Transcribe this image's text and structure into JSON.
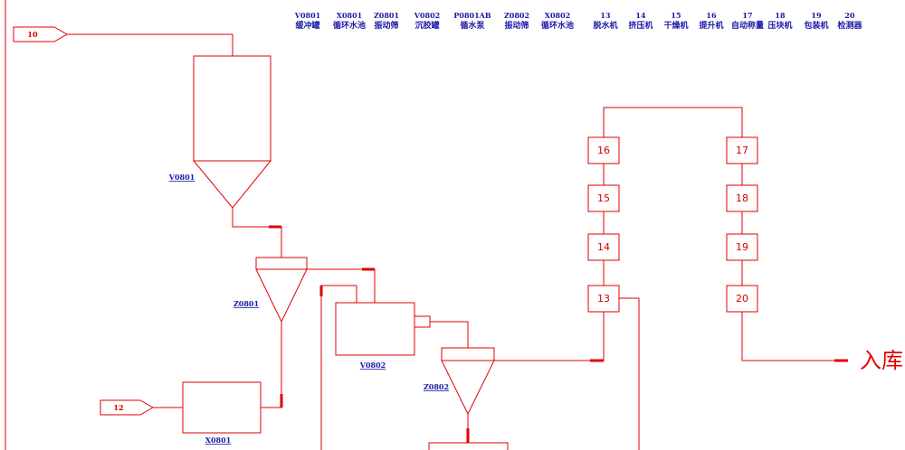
{
  "header_columns": [
    {
      "code": "V0801",
      "name": "缓冲罐"
    },
    {
      "code": "X0801",
      "name": "循环水池"
    },
    {
      "code": "Z0801",
      "name": "振动筛"
    },
    {
      "code": "V0802",
      "name": "沉胶罐"
    },
    {
      "code": "P0801AB",
      "name": "循水泵"
    },
    {
      "code": "Z0802",
      "name": "振动筛"
    },
    {
      "code": "X0802",
      "name": "循环水池"
    },
    {
      "code": "13",
      "name": "脱水机"
    },
    {
      "code": "14",
      "name": "挤压机"
    },
    {
      "code": "15",
      "name": "干燥机"
    },
    {
      "code": "16",
      "name": "提升机"
    },
    {
      "code": "17",
      "name": "自动称量"
    },
    {
      "code": "18",
      "name": "压块机"
    },
    {
      "code": "19",
      "name": "包装机"
    },
    {
      "code": "20",
      "name": "检测器"
    }
  ],
  "stream_flags": {
    "top": "10",
    "bottom": "12"
  },
  "equipment_labels": {
    "v0801": "V0801",
    "z0801": "Z0801",
    "v0802": "V0802",
    "z0802": "Z0802",
    "x0801": "X0801"
  },
  "process_boxes": {
    "b13": "13",
    "b14": "14",
    "b15": "15",
    "b16": "16",
    "b17": "17",
    "b18": "18",
    "b19": "19",
    "b20": "20"
  },
  "outlet": {
    "label": "入库"
  },
  "colors": {
    "line": "#e00000",
    "header_text": "#1a1aa8"
  }
}
